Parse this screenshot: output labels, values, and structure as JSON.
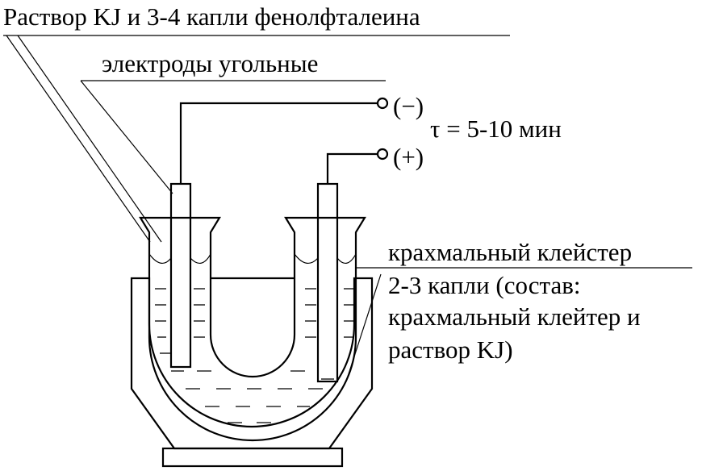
{
  "labels": {
    "solution": "Раствор KJ и 3-4 капли фенолфталеина",
    "electrodes": "электроды угольные",
    "minus": "(−)",
    "plus": "(+)",
    "tau": "τ = 5-10 мин",
    "starch_line1": "крахмальный клейстер",
    "starch_line2": "2-3 капли (состав:",
    "starch_line3": "крахмальный клейтер и",
    "starch_line4": "раствор KJ)"
  },
  "colors": {
    "ink": "#000000",
    "background": "#ffffff"
  }
}
